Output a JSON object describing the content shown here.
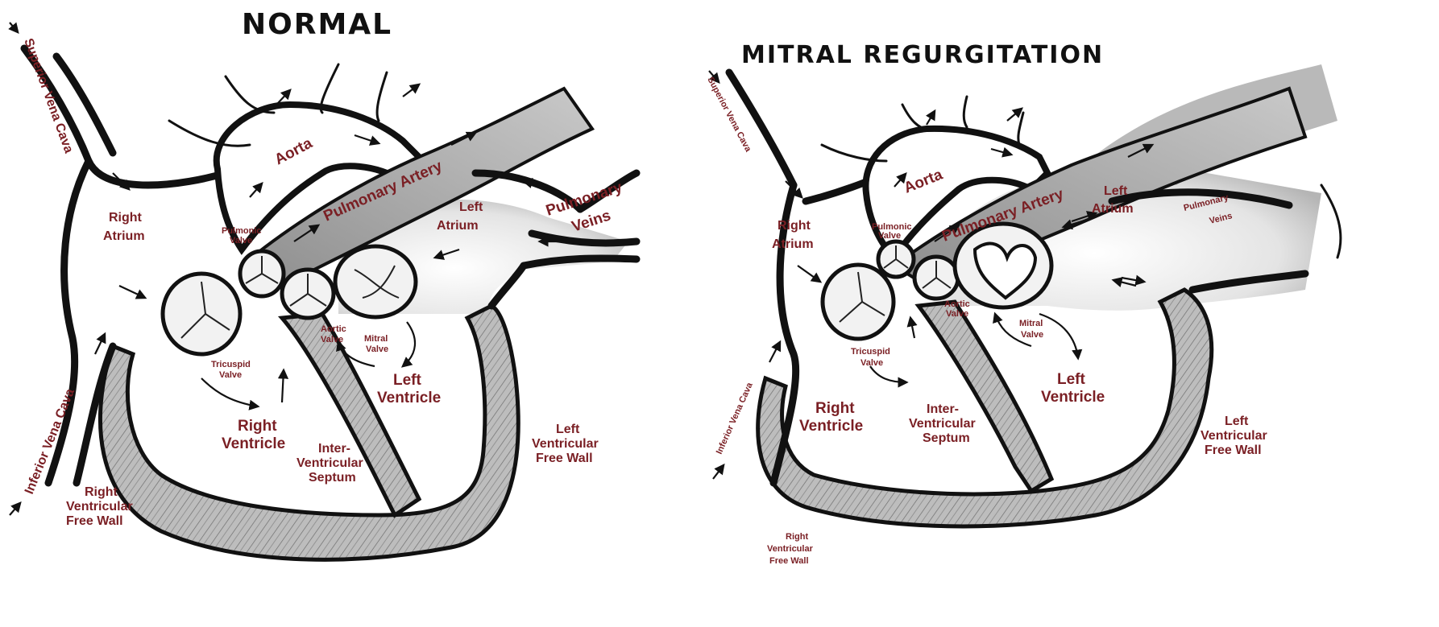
{
  "panels": [
    {
      "title": "NORMAL",
      "labels": {
        "svc": "Superior Vena Cava",
        "ivc": "Inferior Vena Cava",
        "right_atrium_1": "Right",
        "right_atrium_2": "Atrium",
        "aorta": "Aorta",
        "pulmonary_artery": "Pulmonary Artery",
        "pulmonic_valve_1": "Pulmonic",
        "pulmonic_valve_2": "Valve",
        "left_atrium_1": "Left",
        "left_atrium_2": "Atrium",
        "pulmonary_veins_1": "Pulmonary",
        "pulmonary_veins_2": "Veins",
        "tricuspid_valve_1": "Tricuspid",
        "tricuspid_valve_2": "Valve",
        "aortic_valve_1": "Aortic",
        "aortic_valve_2": "Valve",
        "mitral_valve_1": "Mitral",
        "mitral_valve_2": "Valve",
        "left_ventricle_1": "Left",
        "left_ventricle_2": "Ventricle",
        "right_ventricle_1": "Right",
        "right_ventricle_2": "Ventricle",
        "ivs_1": "Inter-",
        "ivs_2": "Ventricular",
        "ivs_3": "Septum",
        "lvfw_1": "Left",
        "lvfw_2": "Ventricular",
        "lvfw_3": "Free Wall",
        "rvfw_1": "Right",
        "rvfw_2": "Ventricular",
        "rvfw_3": "Free Wall"
      }
    },
    {
      "title": "MITRAL   REGURGITATION",
      "labels": {
        "svc": "Superior Vena Cava",
        "ivc": "Inferior Vena Cava",
        "right_atrium_1": "Right",
        "right_atrium_2": "Atrium",
        "aorta": "Aorta",
        "pulmonary_artery": "Pulmonary Artery",
        "pulmonic_valve_1": "Pulmonic",
        "pulmonic_valve_2": "Valve",
        "left_atrium_1": "Left",
        "left_atrium_2": "Atrium",
        "pulmonary_veins_1": "Pulmonary",
        "pulmonary_veins_2": "Veins",
        "tricuspid_valve_1": "Tricuspid",
        "tricuspid_valve_2": "Valve",
        "aortic_valve_1": "Aortic",
        "aortic_valve_2": "Valve",
        "mitral_valve_1": "Mitral",
        "mitral_valve_2": "Valve",
        "left_ventricle_1": "Left",
        "left_ventricle_2": "Ventricle",
        "right_ventricle_1": "Right",
        "right_ventricle_2": "Ventricle",
        "ivs_1": "Inter-",
        "ivs_2": "Ventricular",
        "ivs_3": "Septum",
        "lvfw_1": "Left",
        "lvfw_2": "Ventricular",
        "lvfw_3": "Free Wall",
        "rvfw_1": "Right",
        "rvfw_2": "Ventricular",
        "rvfw_3": "Free Wall"
      }
    }
  ],
  "colors": {
    "label": "#7a1f24",
    "outline": "#111111",
    "shade": "#9a9a9a",
    "background": "#ffffff"
  }
}
